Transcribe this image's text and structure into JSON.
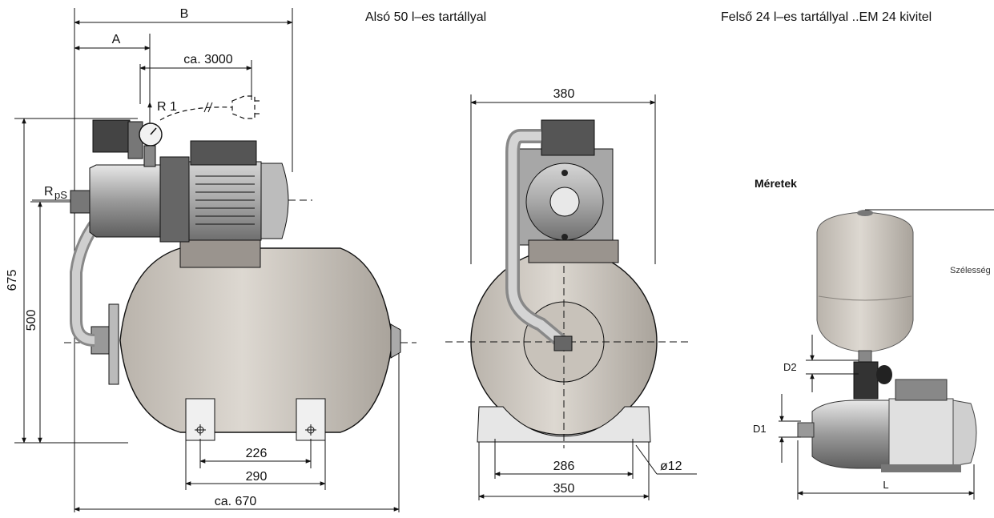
{
  "headings": {
    "left_title": "Alsó 50 l–es tartállyal",
    "right_title": "Felső 24 l–es tartállyal ..EM 24 kivitel"
  },
  "side_view": {
    "dim_B": "B",
    "dim_A": "A",
    "dim_cable": "ca. 3000",
    "dim_R1": "R 1",
    "dim_Rps": "R",
    "dim_Rps_sub": "pS",
    "dim_675": "675",
    "dim_500": "500",
    "dim_226": "226",
    "dim_290": "290",
    "dim_670": "ca. 670"
  },
  "front_view": {
    "dim_380": "380",
    "dim_286": "286",
    "dim_350": "350",
    "dim_hole": "ø12"
  },
  "photo": {
    "label": "Méretek",
    "width_label": "Szélesség",
    "dim_D1": "D1",
    "dim_D2": "D2",
    "dim_L": "L"
  }
}
